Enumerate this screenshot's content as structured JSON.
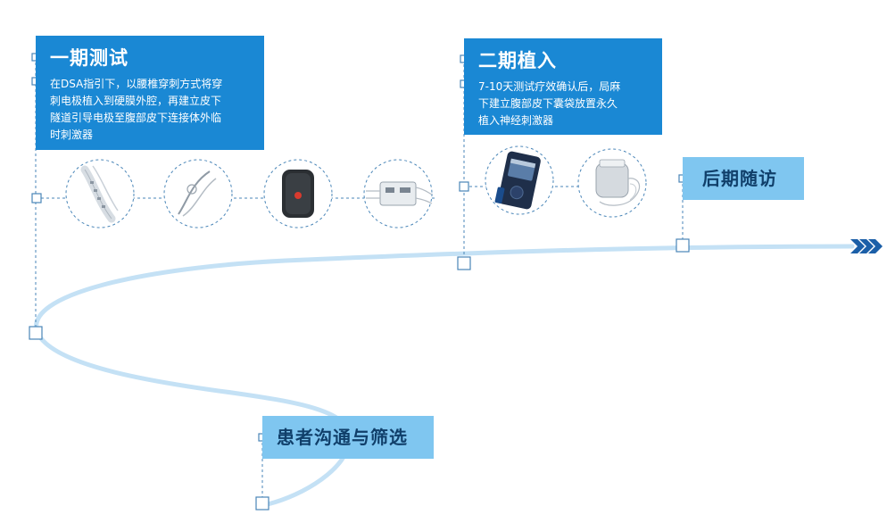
{
  "phase1": {
    "title": "一期测试",
    "desc_lines": [
      "在DSA指引下，以腰椎穿刺方式将穿",
      "刺电极植入到硬膜外腔，再建立皮下",
      "隧道引导电极至腹部皮下连接体外临",
      "时刺激器"
    ]
  },
  "phase2": {
    "title": "二期植入",
    "desc_lines": [
      "7-10天测试疗效确认后，局麻",
      "下建立腹部皮下囊袋放置永久",
      "植入神经刺激器"
    ]
  },
  "followup": {
    "title": "后期随访"
  },
  "screening": {
    "title": "患者沟通与筛选"
  },
  "colors": {
    "primary": "#1a88d4",
    "light": "#7fc6f0",
    "path": "#c4e1f5",
    "dashed": "#4a86b8",
    "arrow": "#1b5fa8"
  },
  "devices": {
    "phase1": [
      "electrode-lead-icon",
      "extension-wire-icon",
      "external-stimulator-icon",
      "connector-icon"
    ],
    "phase2": [
      "patient-programmer-icon",
      "implantable-stimulator-icon"
    ]
  }
}
